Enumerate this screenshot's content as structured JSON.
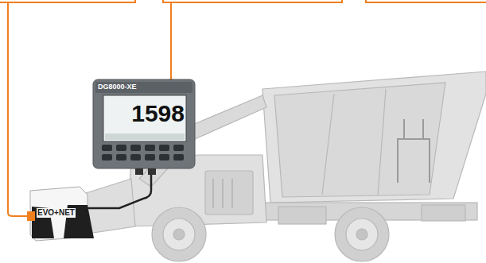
{
  "diagram": {
    "labels": [
      "DG8000-XE",
      "1598",
      "EVO+NET"
    ]
  }
}
